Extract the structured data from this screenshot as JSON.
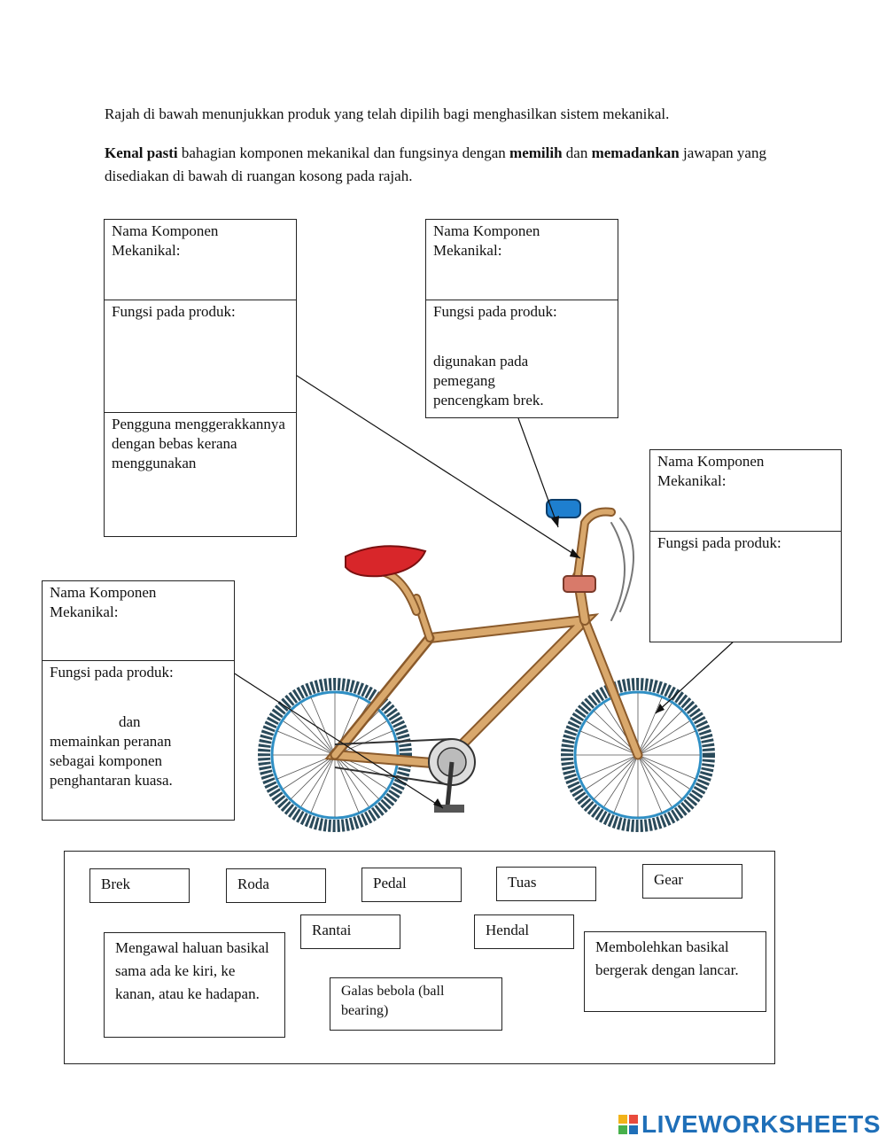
{
  "intro_text": "Rajah di bawah menunjukkan produk yang telah dipilih bagi menghasilkan sistem mekanikal.",
  "instruction": {
    "part1_bold": "Kenal pasti",
    "part2": " bahagian komponen mekanikal dan fungsinya dengan ",
    "part3_bold": "memilih",
    "part4": " dan ",
    "part5_bold": "memadankan",
    "part6": " jawapan  yang disediakan di bawah di ruangan kosong pada rajah."
  },
  "boxes": {
    "top_left": {
      "name_label": "Nama Komponen Mekanikal:",
      "function_label": "Fungsi pada produk:",
      "extra_text": "Pengguna menggerakkannya dengan bebas kerana menggunakan"
    },
    "top_middle": {
      "name_label": "Nama Komponen Mekanikal:",
      "function_label": "Fungsi pada produk:",
      "function_text": "digunakan pada pemegang pencengkam brek."
    },
    "right": {
      "name_label": "Nama Komponen Mekanikal:",
      "function_label": "Fungsi pada produk:"
    },
    "bottom_left": {
      "name_label": "Nama Komponen Mekanikal:",
      "function_label": "Fungsi pada produk:",
      "function_text_1": "dan",
      "function_text_2": "memainkan peranan sebagai komponen penghantaran kuasa."
    }
  },
  "answers": {
    "brek": "Brek",
    "roda": "Roda",
    "pedal": "Pedal",
    "tuas": "Tuas",
    "gear": "Gear",
    "rantai": "Rantai",
    "hendal": "Hendal",
    "mengawal": "Mengawal haluan basikal sama ada ke kiri, ke kanan, atau ke hadapan.",
    "galas": "Galas bebola (ball bearing)",
    "membolehkan": "Membolehkan basikal bergerak dengan lancar."
  },
  "logo": {
    "text": "LIVEWORKSHEETS",
    "color": "#1f6fb8"
  },
  "colors": {
    "frame": "#d9a86c",
    "frame_dark": "#8a5a2b",
    "tire": "#2a4a5a",
    "rim": "#2f8fc4",
    "seat": "#d8262a",
    "grip": "#1e7fcf"
  }
}
